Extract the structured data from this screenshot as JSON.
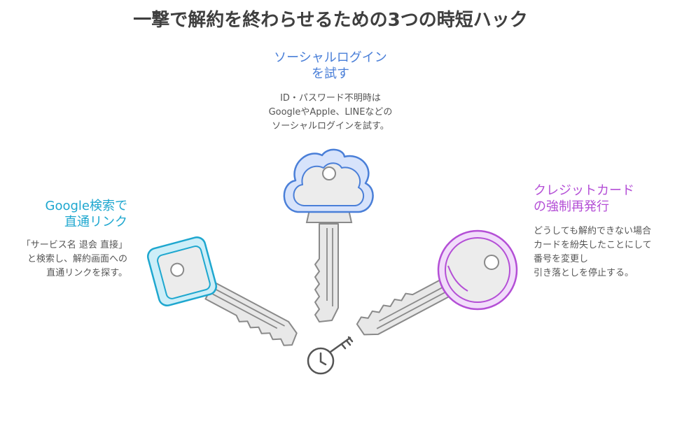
{
  "title": "一撃で解約を終わらせるための3つの時短ハック",
  "colors": {
    "social": "#4a7fd8",
    "google": "#1ea7cf",
    "card": "#b44fd6",
    "key_fill": "#e8e8e8",
    "key_stroke": "#8a8a8a",
    "text": "#555555",
    "title": "#3f3f3f"
  },
  "hacks": {
    "social": {
      "heading": [
        "ソーシャルログイン",
        "を試す"
      ],
      "body": [
        "ID・パスワード不明時は",
        "GoogleやApple、LINEなどの",
        "ソーシャルログインを試す。"
      ],
      "icon": "key-icon"
    },
    "google": {
      "heading": [
        "Google検索で",
        "直通リンク"
      ],
      "body": [
        "「サービス名 退会 直接」",
        "と検索し、解約画面への",
        "直通リンクを探す。"
      ],
      "icon": "key-icon"
    },
    "card": {
      "heading": [
        "クレジットカード",
        "の強制再発行"
      ],
      "body": [
        "どうしても解約できない場合",
        "カードを紛失したことにして",
        "番号を変更し",
        "引き落としを停止する。"
      ],
      "icon": "key-icon"
    }
  },
  "center_icon": "clock-key-icon"
}
